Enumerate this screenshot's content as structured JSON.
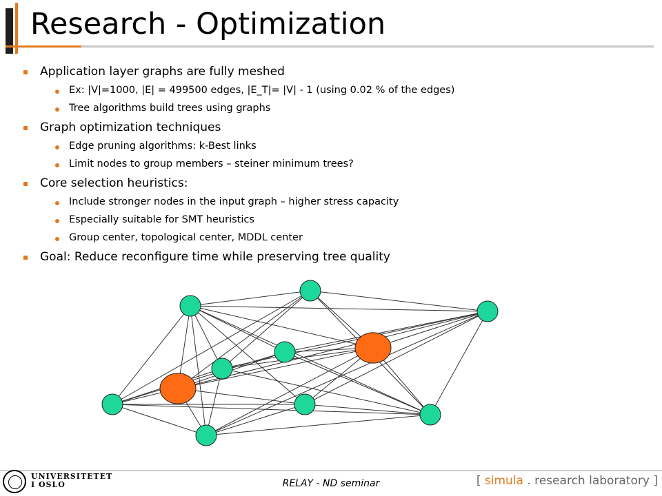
{
  "slide": {
    "title": "Research - Optimization",
    "bullets": [
      {
        "text": "Application layer graphs are fully meshed",
        "sub": [
          "Ex: |V|=1000, |E| = 499500 edges, |E_T|= |V| - 1 (using 0.02 % of the edges)",
          "Tree algorithms build trees using graphs"
        ]
      },
      {
        "text": "Graph optimization techniques",
        "sub": [
          "Edge pruning algorithms: k-Best links",
          "Limit nodes to group members – steiner minimum trees?"
        ]
      },
      {
        "text": "Core selection heuristics:",
        "sub": [
          "Include stronger nodes in the input graph – higher stress capacity",
          "Especially suitable for SMT heuristics",
          "Group center, topological center, MDDL center"
        ]
      },
      {
        "text": "Goal: Reduce reconfigure time while preserving tree quality",
        "sub": []
      }
    ]
  },
  "graph": {
    "node_color": "#1ed79a",
    "core_color": "#ff6a14"
  },
  "footer": {
    "center_text": "RELAY - ND seminar",
    "uio_line1": "UNIVERSITETET",
    "uio_line2": "I OSLO",
    "simula_open": "[ ",
    "simula_brand": "simula",
    "simula_rest": " . research laboratory ]"
  }
}
